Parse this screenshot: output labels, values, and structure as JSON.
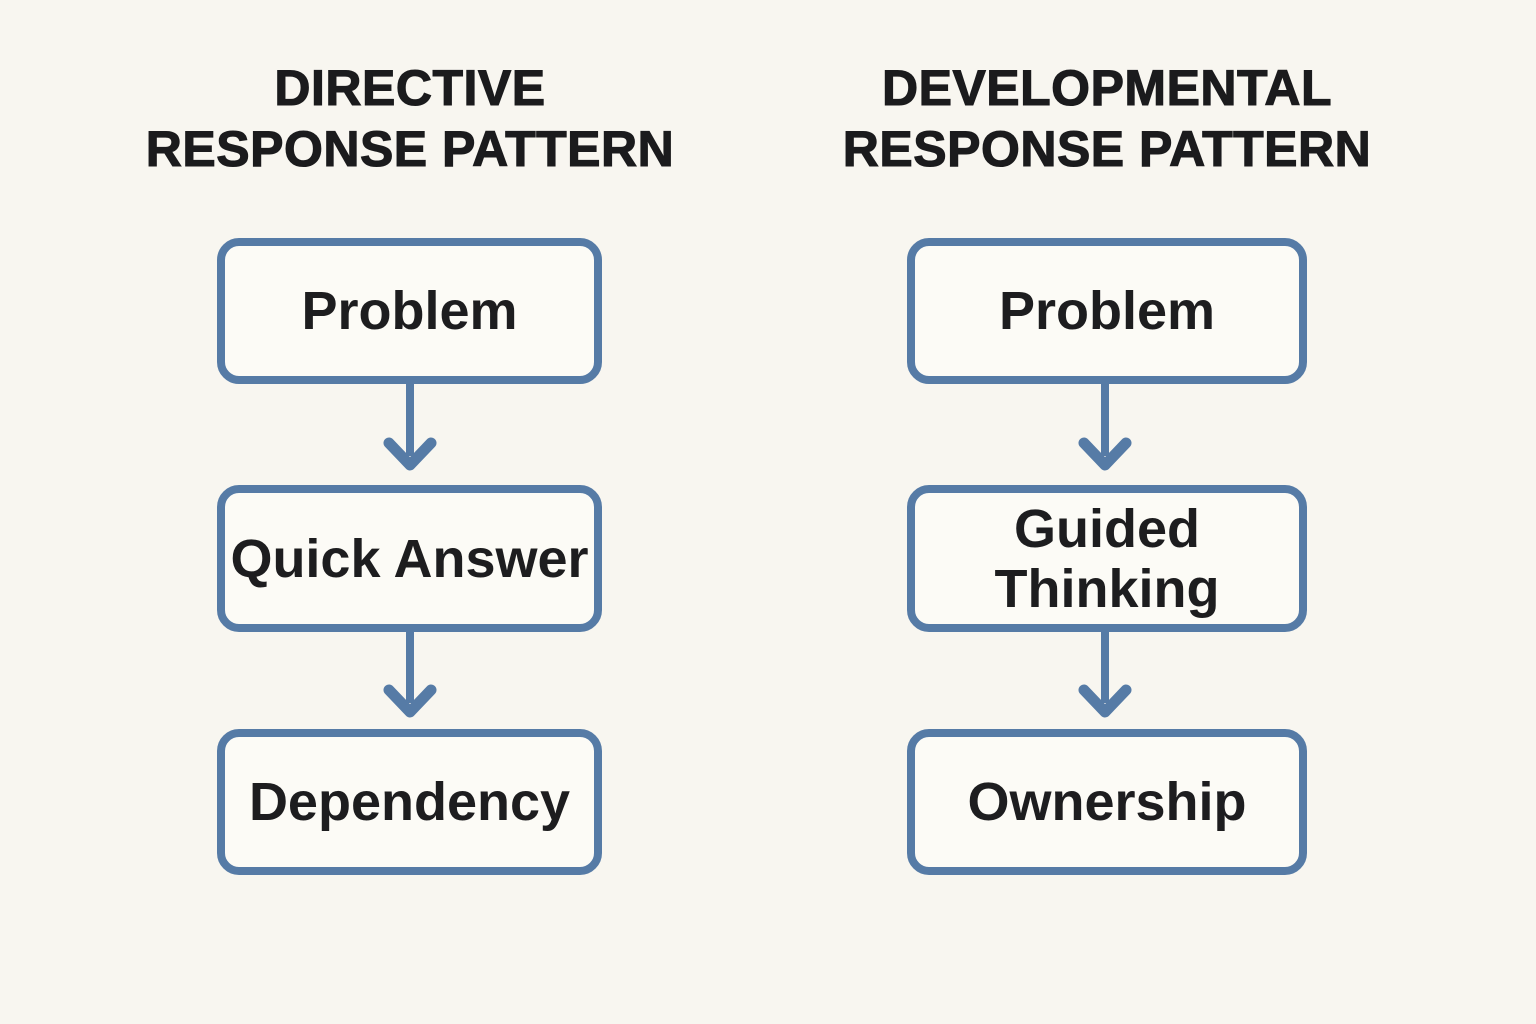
{
  "diagram": {
    "kind": "flowchart-comparison",
    "colors": {
      "background": "#f8f6f0",
      "box_fill": "#fcfbf6",
      "accent_blue": "#567ba6",
      "text_dark": "#1d1d1f"
    },
    "columns": [
      {
        "id": "directive",
        "title": "DIRECTIVE\nRESPONSE PATTERN",
        "steps": [
          {
            "label": "Problem"
          },
          {
            "label": "Quick Answer"
          },
          {
            "label": "Dependency"
          }
        ]
      },
      {
        "id": "developmental",
        "title": "DEVELOPMENTAL\nRESPONSE PATTERN",
        "steps": [
          {
            "label": "Problem"
          },
          {
            "label": "Guided\nThinking"
          },
          {
            "label": "Ownership"
          }
        ]
      }
    ]
  }
}
